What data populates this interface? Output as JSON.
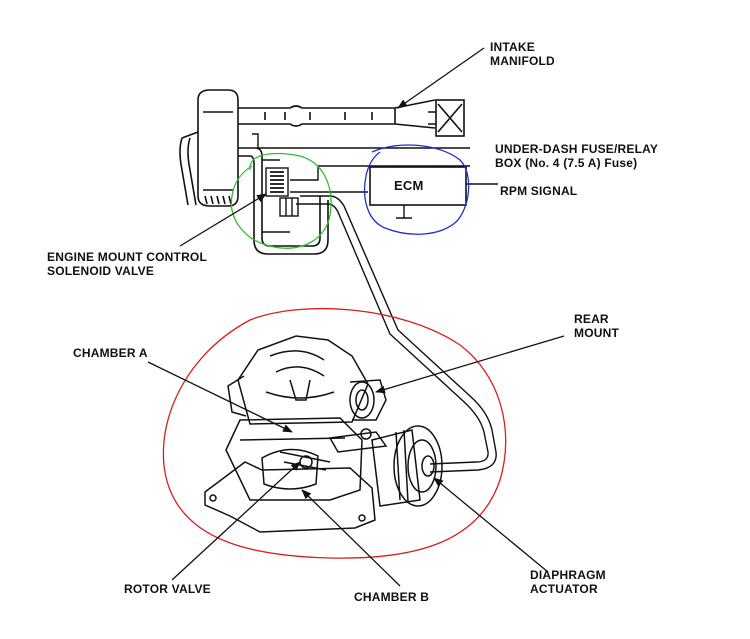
{
  "labels": {
    "intake_manifold_line1": "INTAKE",
    "intake_manifold_line2": "MANIFOLD",
    "fuse_box_line1": "UNDER-DASH FUSE/RELAY",
    "fuse_box_line2": "BOX (No. 4 (7.5 A) Fuse)",
    "ecm": "ECM",
    "rpm_signal": "RPM SIGNAL",
    "solenoid_line1": "ENGINE MOUNT CONTROL",
    "solenoid_line2": "SOLENOID VALVE",
    "rear_mount_line1": "REAR",
    "rear_mount_line2": "MOUNT",
    "chamber_a": "CHAMBER A",
    "rotor_valve": "ROTOR VALVE",
    "chamber_b": "CHAMBER B",
    "diaphragm_line1": "DIAPHRAGM",
    "diaphragm_line2": "ACTUATOR"
  },
  "colors": {
    "line": "#111111",
    "solenoid_circle": "#2fbf2f",
    "ecm_circle": "#1f2fd0",
    "mount_circle": "#d62020"
  }
}
